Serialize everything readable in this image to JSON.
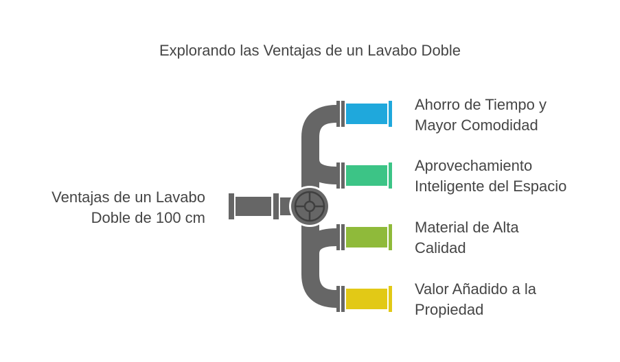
{
  "title": "Explorando las Ventajas de un Lavabo Doble",
  "center": {
    "line1": "Ventajas de un Lavabo",
    "line2": "Doble de 100 cm"
  },
  "branches": [
    {
      "line1": "Ahorro de Tiempo y",
      "line2": "Mayor Comodidad",
      "color": "#1fa8dc"
    },
    {
      "line1": "Aprovechamiento",
      "line2": "Inteligente del Espacio",
      "color": "#3cc486"
    },
    {
      "line1": "Material de Alta",
      "line2": "Calidad",
      "color": "#8fba3a"
    },
    {
      "line1": "Valor Añadido a la",
      "line2": "Propiedad",
      "color": "#e2c916"
    }
  ],
  "colors": {
    "pipe": "#666666",
    "pipe_dark": "#595959",
    "text": "#454545"
  },
  "icons": {
    "hub": "valve-wheel-icon"
  }
}
